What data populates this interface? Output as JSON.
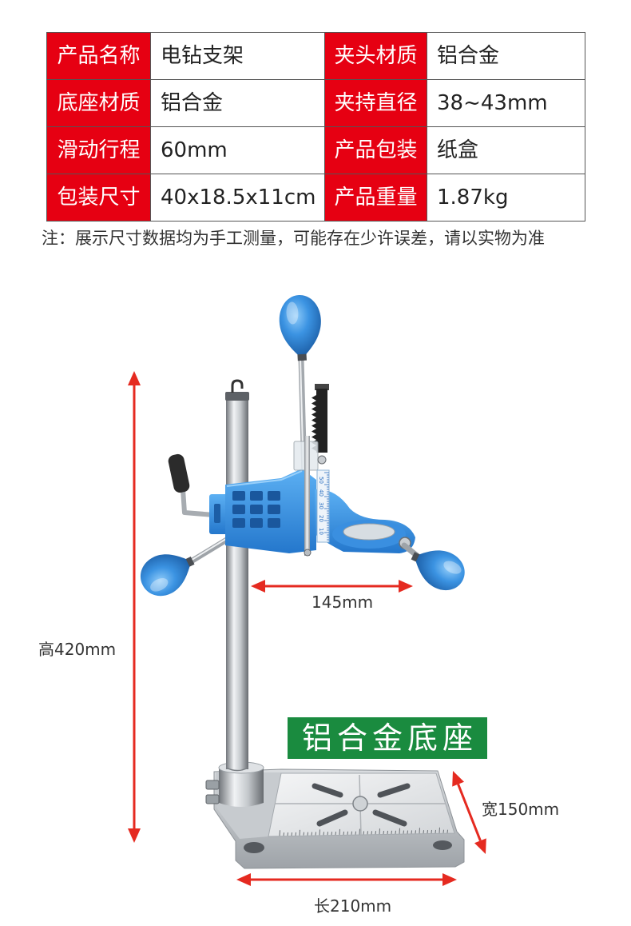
{
  "spec_table": {
    "rows": [
      [
        "产品名称",
        "电钻支架",
        "夹头材质",
        "铝合金"
      ],
      [
        "底座材质",
        "铝合金",
        "夹持直径",
        "38~43mm"
      ],
      [
        "滑动行程",
        "60mm",
        "产品包装",
        "纸盒"
      ],
      [
        "包装尺寸",
        "40x18.5x11cm",
        "产品重量",
        "1.87kg"
      ]
    ]
  },
  "note": "注：展示尺寸数据均为手工测量，可能存在少许误差，请以实物为准",
  "product": {
    "depth_scale_marks": [
      "50",
      "40",
      "30",
      "20",
      "10"
    ],
    "base_badge": "铝合金底座"
  },
  "dimensions": {
    "height": "高420mm",
    "arm_reach": "145mm",
    "width": "宽150mm",
    "length": "长210mm"
  },
  "colors": {
    "label_red": "#e60012",
    "carriage_blue": "#2f86da",
    "badge_green": "#1a8b3f",
    "arrow_red": "#e52a20",
    "grip_black": "#2b2b2b",
    "aluminum_gray": "#d3d6d9"
  }
}
